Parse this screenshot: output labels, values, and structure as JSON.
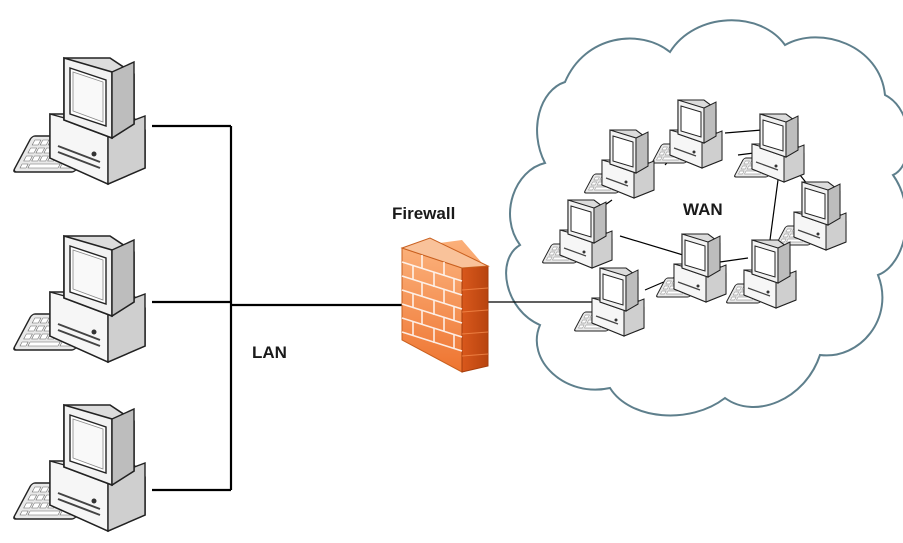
{
  "labels": {
    "firewall": "Firewall",
    "lan": "LAN",
    "wan": "WAN"
  },
  "colors": {
    "firewall_light": "#F8A56A",
    "firewall_mid": "#F07A33",
    "firewall_dark": "#D4541A",
    "cloud_stroke": "#5E7F8C",
    "line": "#000000"
  },
  "icons": {
    "lan_computers": [
      "computer-icon",
      "computer-icon",
      "computer-icon"
    ],
    "wan_computers": [
      "computer-icon",
      "computer-icon",
      "computer-icon",
      "computer-icon",
      "computer-icon",
      "computer-icon",
      "computer-icon",
      "computer-icon"
    ],
    "firewall": "firewall-icon",
    "cloud": "cloud-icon"
  }
}
